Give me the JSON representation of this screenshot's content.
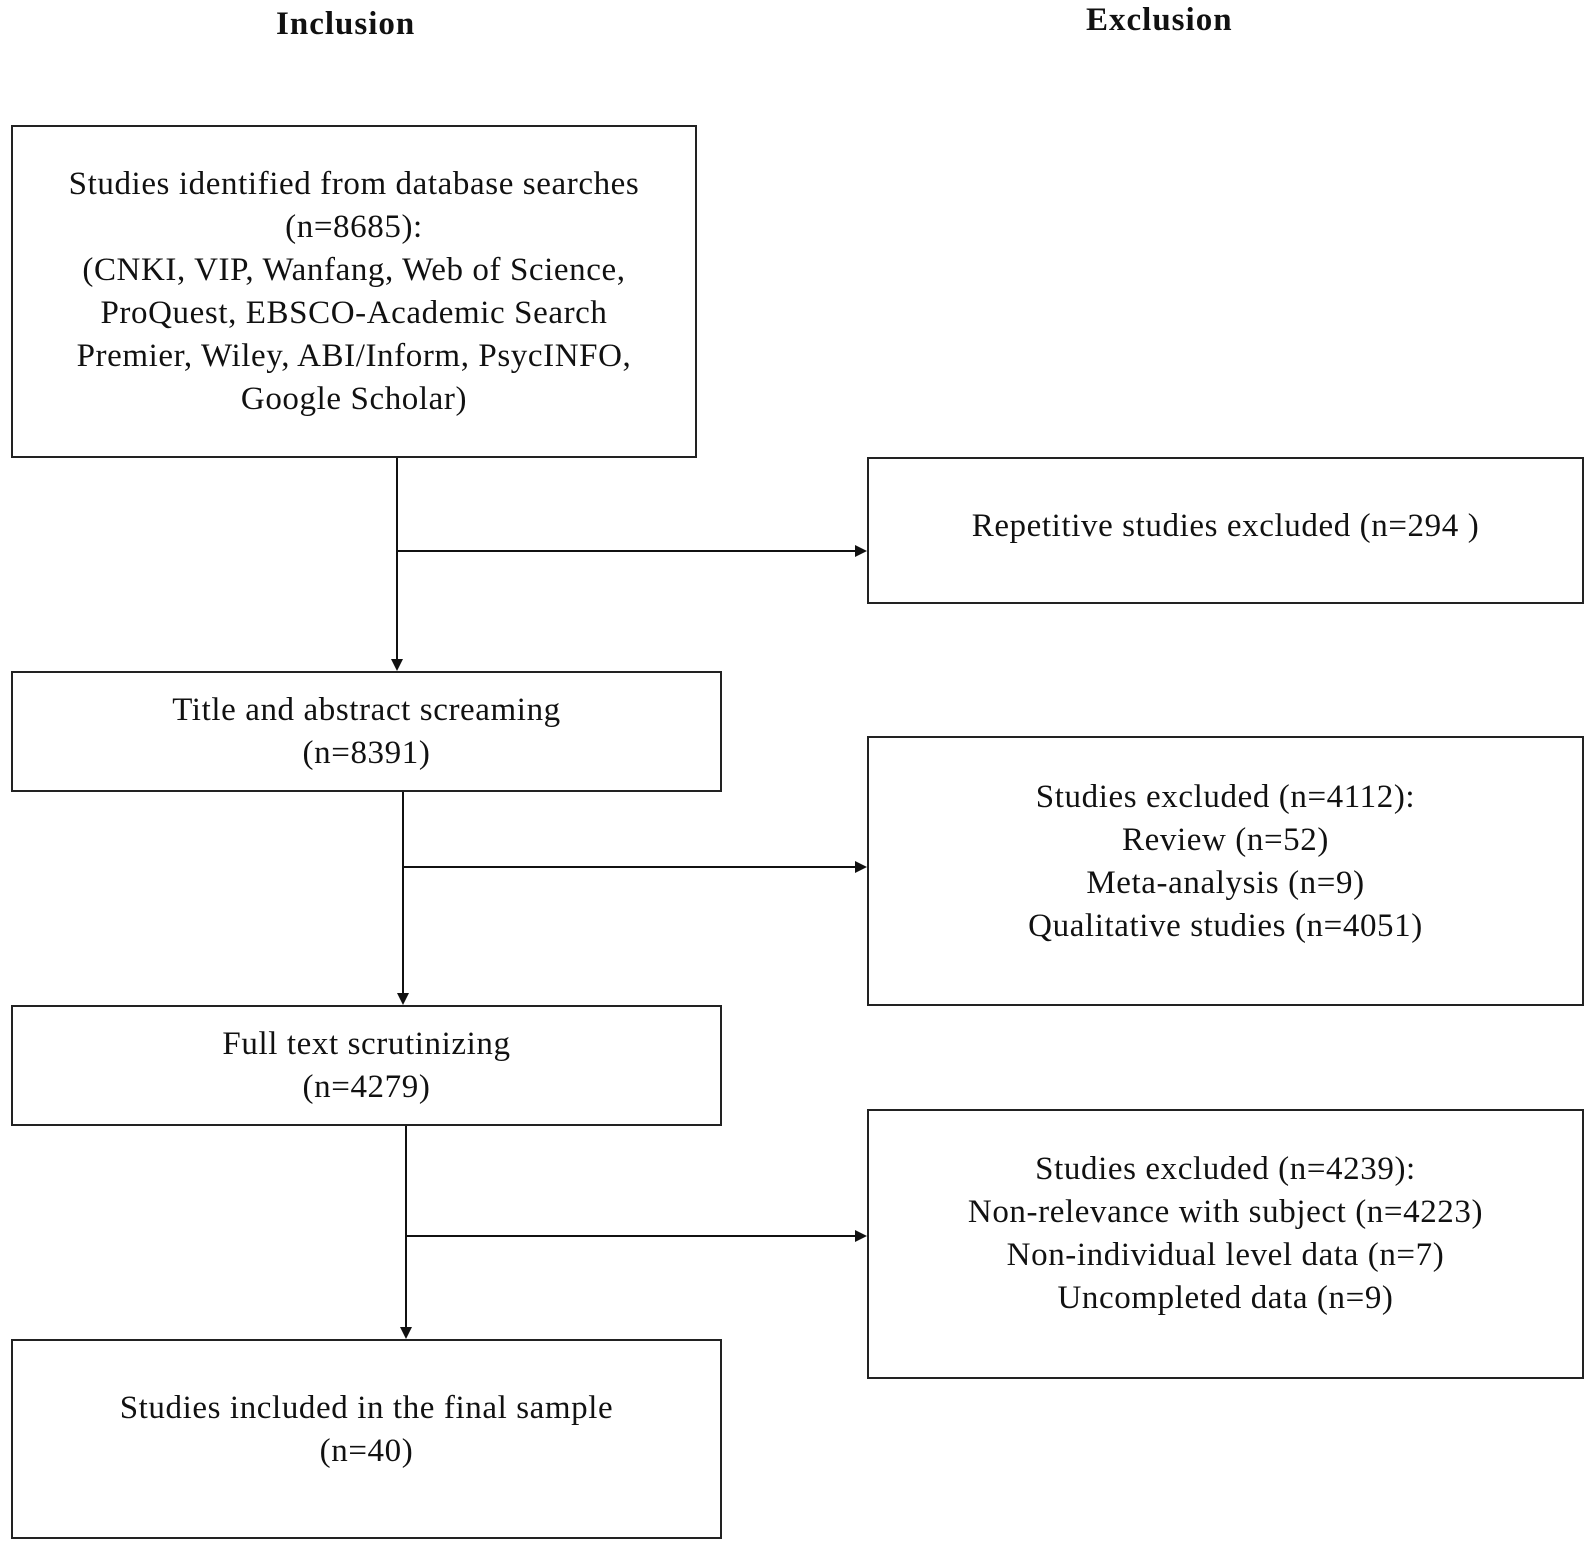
{
  "headings": {
    "inclusion": "Inclusion",
    "exclusion": "Exclusion"
  },
  "inclusion_boxes": [
    {
      "lines": [
        "Studies identified from database searches",
        "(n=8685):",
        "(CNKI, VIP, Wanfang, Web of Science,",
        "ProQuest, EBSCO-Academic Search",
        "Premier, Wiley, ABI/Inform, PsycINFO,",
        "Google Scholar)"
      ]
    },
    {
      "lines": [
        "Title and abstract screaming",
        "(n=8391)"
      ]
    },
    {
      "lines": [
        "Full text scrutinizing",
        "(n=4279)"
      ]
    },
    {
      "lines": [
        "Studies included in the final sample",
        "(n=40)"
      ]
    }
  ],
  "exclusion_boxes": [
    {
      "lines": [
        "Repetitive studies excluded (n=294 )"
      ]
    },
    {
      "lines": [
        "Studies excluded (n=4112):",
        "Review (n=52)",
        "Meta-analysis (n=9)",
        "Qualitative studies (n=4051)"
      ]
    },
    {
      "lines": [
        "Studies excluded (n=4239):",
        "Non-relevance with subject (n=4223)",
        "Non-individual level data (n=7)",
        "Uncompleted data (n=9)"
      ]
    }
  ]
}
